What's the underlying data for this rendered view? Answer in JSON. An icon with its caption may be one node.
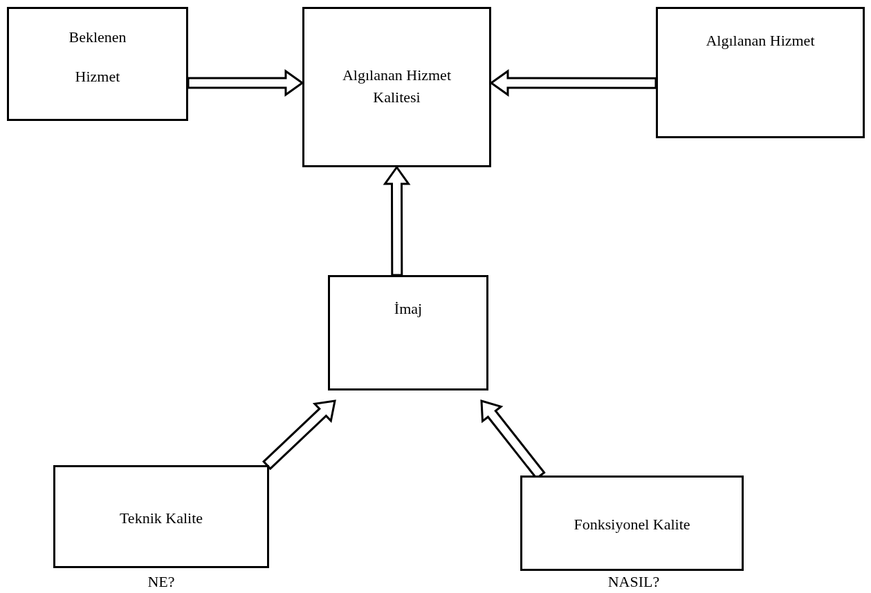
{
  "diagram": {
    "nodes": [
      {
        "text": [
          "Beklenen Hizmet"
        ]
      },
      {
        "text": [
          "Algılanan Hizmet Kalitesi"
        ]
      },
      {
        "text": [
          "Algılanan Hizmet"
        ]
      },
      {
        "text": [
          "İmaj"
        ]
      },
      {
        "text": [
          "Teknik Kalite"
        ],
        "beside": [
          "NE?"
        ]
      },
      {
        "text": [
          "Fonksiyonel Kalite"
        ],
        "beside": [
          "NASIL?"
        ]
      }
    ],
    "edges": [
      {
        "from": 0,
        "to": 1,
        "arrow": "to"
      },
      {
        "from": 2,
        "to": 1,
        "arrow": "to"
      },
      {
        "from": 3,
        "to": 1,
        "arrow": "to"
      },
      {
        "from": 4,
        "to": 3,
        "arrow": "to"
      },
      {
        "from": 5,
        "to": 3,
        "arrow": "to"
      }
    ]
  }
}
